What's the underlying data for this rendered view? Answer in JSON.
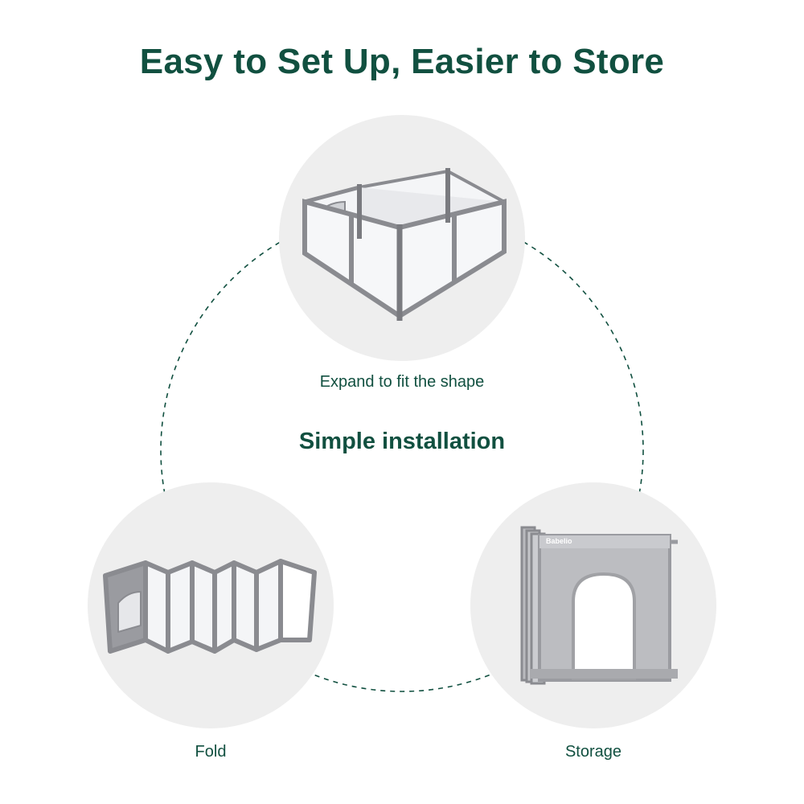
{
  "colors": {
    "heading": "#115040",
    "circle_bg": "#eeeeee",
    "frame": "#8a8b90",
    "mesh": "#f4f5f7"
  },
  "title": "Easy to Set Up, Easier to Store",
  "center_label": "Simple installation",
  "steps": [
    {
      "caption": "Expand to fit the shape",
      "icon": "playpen-expanded-icon"
    },
    {
      "caption": "Fold",
      "icon": "playpen-folded-icon"
    },
    {
      "caption": "Storage",
      "icon": "playpen-stored-icon"
    }
  ],
  "brand": "Babelio"
}
